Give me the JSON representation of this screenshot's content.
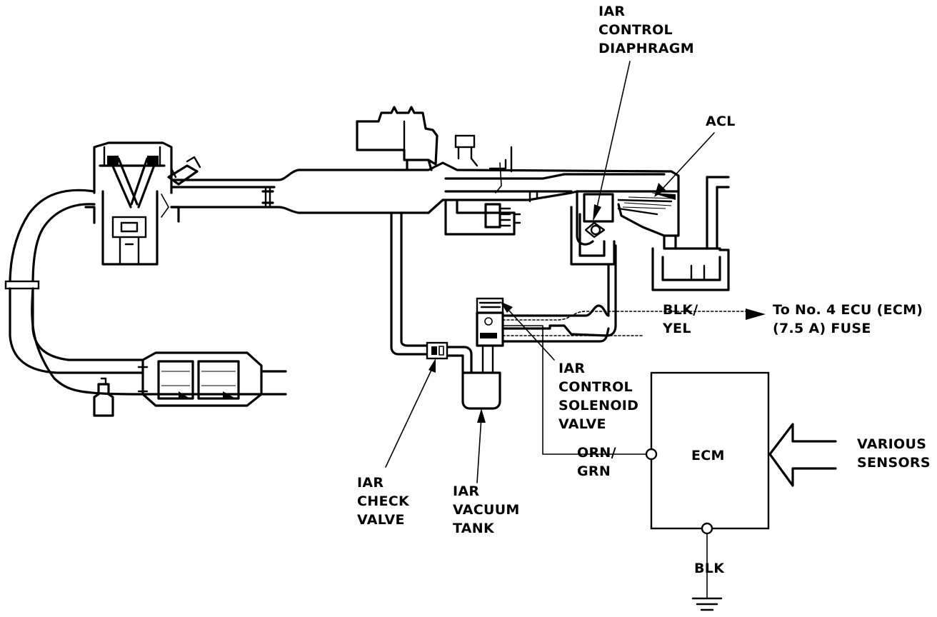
{
  "labels": {
    "iar_control_diaphragm": [
      "IAR",
      "CONTROL",
      "DIAPHRAGM"
    ],
    "acl": "ACL",
    "blk_yel": [
      "BLK/",
      "YEL"
    ],
    "fuse": [
      "To No. 4 ECU (ECM)",
      "(7.5 A) FUSE"
    ],
    "iar_control_solenoid_valve": [
      "IAR",
      "CONTROL",
      "SOLENOID",
      "VALVE"
    ],
    "ecm": "ECM",
    "various_sensors": [
      "VARIOUS",
      "SENSORS"
    ],
    "orn_grn": [
      "ORN/",
      "GRN"
    ],
    "iar_check_valve": [
      "IAR",
      "CHECK",
      "VALVE"
    ],
    "iar_vacuum_tank": [
      "IAR",
      "VACUUM",
      "TANK"
    ],
    "blk": "BLK"
  }
}
